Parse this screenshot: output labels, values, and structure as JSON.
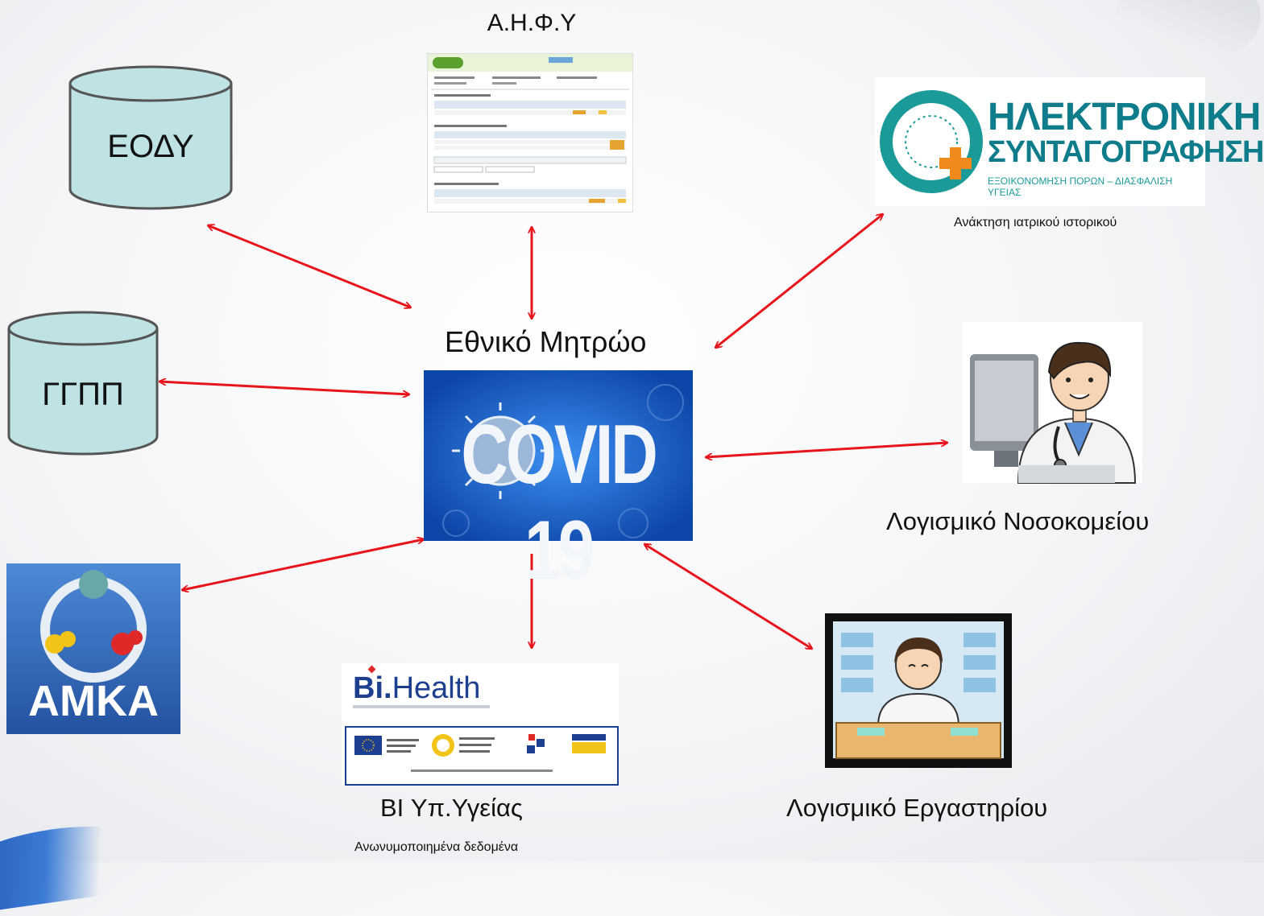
{
  "center": {
    "title": "Εθνικό Μητρώο",
    "logo_text": "COVID 19",
    "logo_bg": "#1c63c9"
  },
  "nodes": {
    "eody": {
      "label": "ΕΟΔΥ"
    },
    "ggpp": {
      "label": "ΓΓΠΠ"
    },
    "ahfy": {
      "title": "Α.Η.Φ.Υ"
    },
    "eprescription": {
      "logo_line1": "ΗΛΕΚΤΡΟΝΙΚΗ",
      "logo_line2": "ΣΥΝΤΑΓΟΓΡΑΦΗΣΗ",
      "logo_tagline": "ΕΞΟΙΚΟΝΟΜΗΣΗ ΠΟΡΩΝ – ΔΙΑΣΦΑΛΙΣΗ ΥΓΕΙΑΣ",
      "caption": "Ανάκτηση ιατρικού ιστορικού"
    },
    "hospital": {
      "label": "Λογισμικό Νοσοκομείου"
    },
    "lab": {
      "label": "Λογισμικό Εργαστηρίου"
    },
    "bi": {
      "logo_main": "Bi.",
      "logo_sub": "Health",
      "label": "BI Υπ.Υγείας",
      "caption": "Ανωνυμοποιημένα δεδομένα"
    },
    "amka": {
      "logo_text": "ΑΜΚΑ"
    }
  },
  "colors": {
    "arrow": "#e8141b",
    "cylinder_fill": "#bfe3e4",
    "cylinder_stroke": "#555555",
    "amka_bg": "#2a5ea8"
  }
}
